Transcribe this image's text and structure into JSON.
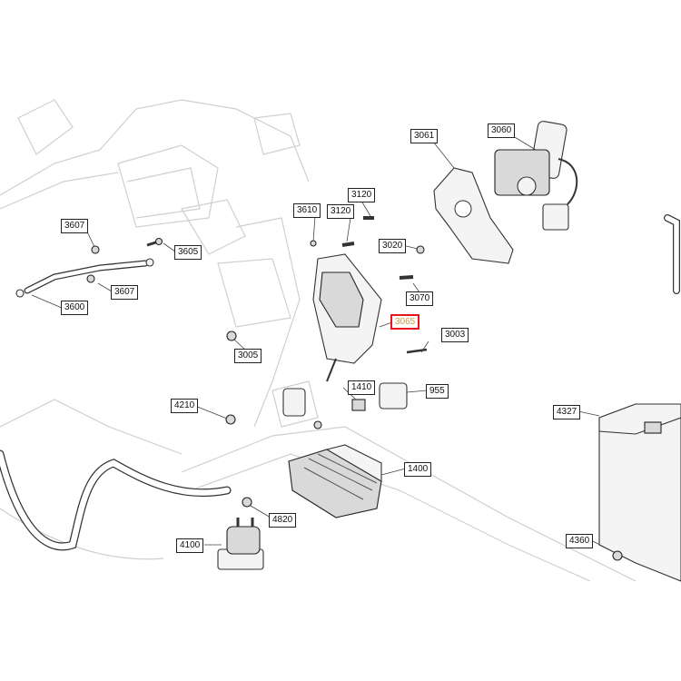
{
  "diagram": {
    "colors": {
      "highlight": "#e8151b",
      "highlight_text": "#c89a4a",
      "line": "#222222",
      "ghost": "#cfcfcf"
    },
    "callouts": [
      {
        "id": "c3061",
        "label": "3061"
      },
      {
        "id": "c3060",
        "label": "3060"
      },
      {
        "id": "c3120a",
        "label": "3120"
      },
      {
        "id": "c3610",
        "label": "3610"
      },
      {
        "id": "c3120b",
        "label": "3120"
      },
      {
        "id": "c3607a",
        "label": "3607"
      },
      {
        "id": "c3605",
        "label": "3605"
      },
      {
        "id": "c3020",
        "label": "3020"
      },
      {
        "id": "c3607b",
        "label": "3607"
      },
      {
        "id": "c3070",
        "label": "3070"
      },
      {
        "id": "c3600",
        "label": "3600"
      },
      {
        "id": "c3065",
        "label": "3065",
        "highlighted": true
      },
      {
        "id": "c3003",
        "label": "3003"
      },
      {
        "id": "c3005",
        "label": "3005"
      },
      {
        "id": "c1410",
        "label": "1410"
      },
      {
        "id": "c955",
        "label": "955"
      },
      {
        "id": "c4210",
        "label": "4210"
      },
      {
        "id": "c4327",
        "label": "4327"
      },
      {
        "id": "c1400",
        "label": "1400"
      },
      {
        "id": "c4820",
        "label": "4820"
      },
      {
        "id": "c4360",
        "label": "4360"
      },
      {
        "id": "c4100",
        "label": "4100"
      }
    ]
  }
}
